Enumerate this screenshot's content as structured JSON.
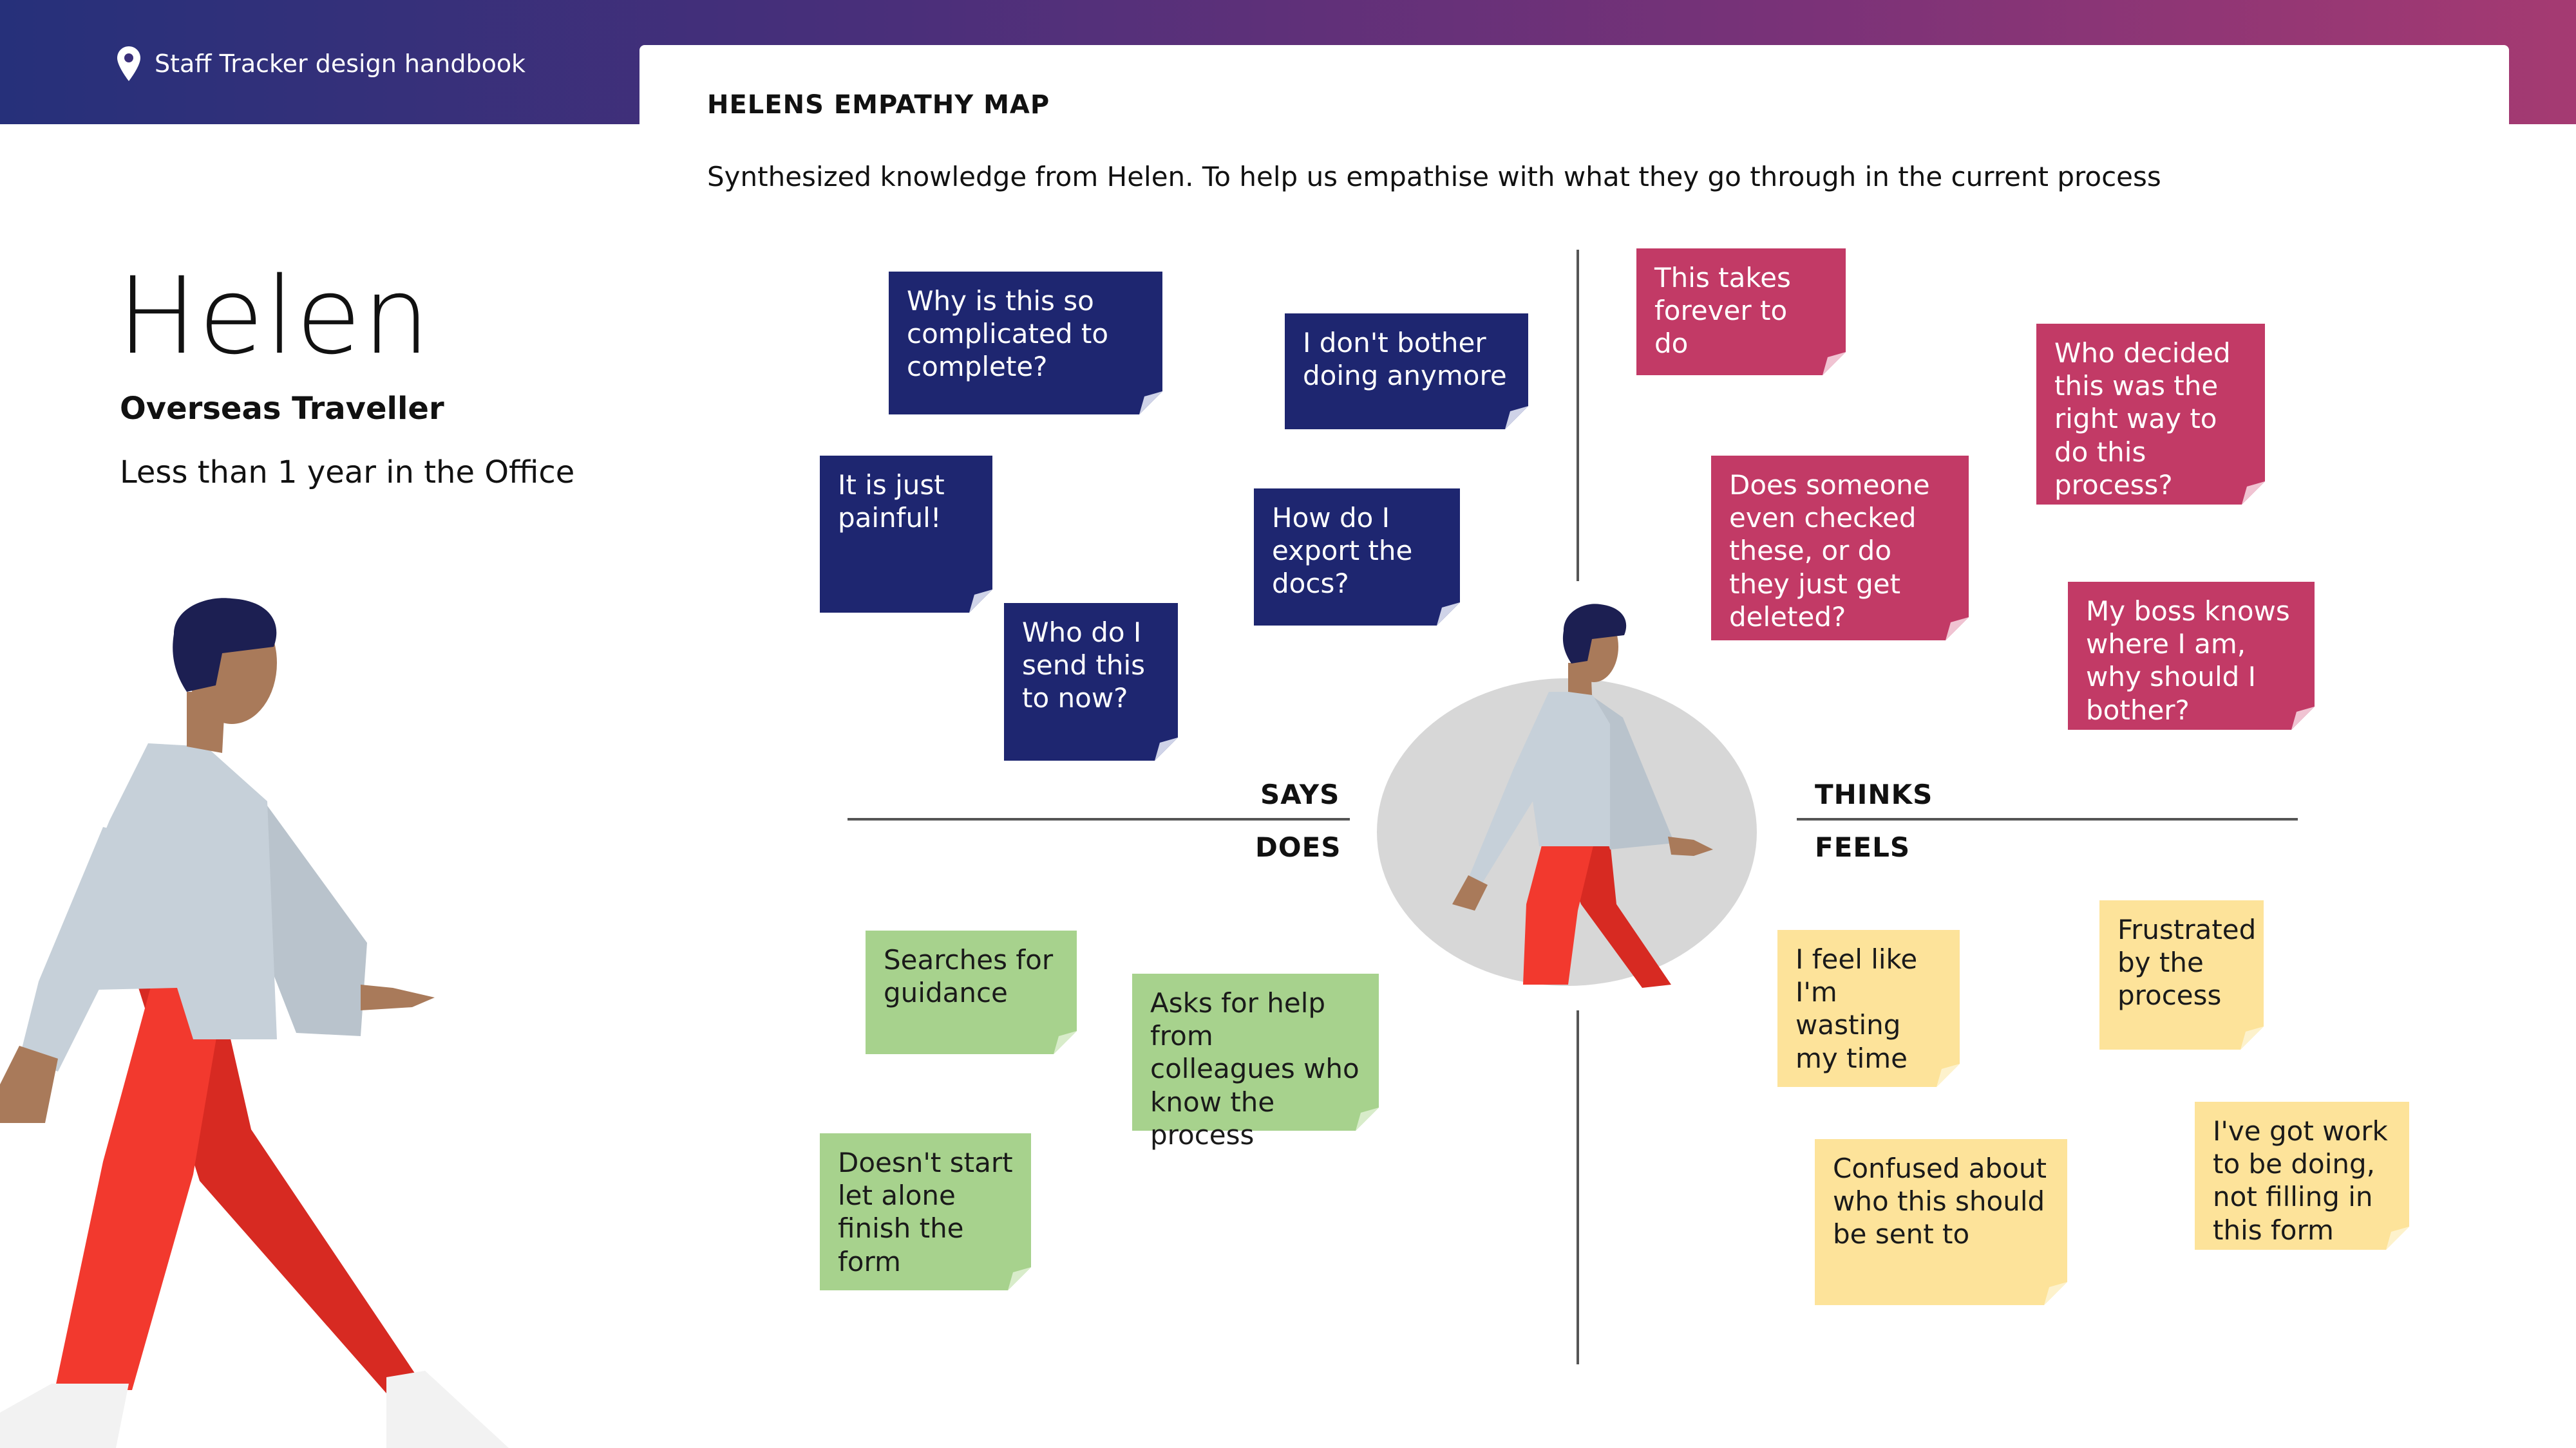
{
  "header": {
    "brand": "Staff Tracker design handbook"
  },
  "page": {
    "title": "HELENS EMPATHY MAP",
    "subtitle": "Synthesized knowledge from Helen. To help us empathise with what they go through in the current process"
  },
  "persona": {
    "name": "Helen",
    "role": "Overseas Traveller",
    "tenure": "Less than 1 year in the Office"
  },
  "quadrants": {
    "says": "SAYS",
    "thinks": "THINKS",
    "does": "DOES",
    "feels": "FEELS"
  },
  "notes": {
    "says": [
      "Why is this so complicated to complete?",
      "I don't bother doing anymore",
      "It is just painful!",
      "How do I export the docs?",
      "Who do I send this to now?"
    ],
    "thinks": [
      "This takes forever to do",
      "Who decided this was the right way to do this process?",
      "Does someone even checked these, or do they just get deleted?",
      "My boss knows where I am, why should I bother?"
    ],
    "does": [
      "Searches for guidance",
      "Asks for help from colleagues who know the process",
      "Doesn't start let alone finish the form"
    ],
    "feels": [
      "I feel like I'm wasting my time",
      "Frustrated by the process",
      "Confused about who this should be sent to",
      "I've got work to be doing, not filling in this form"
    ]
  },
  "colors": {
    "says": "#1e2670",
    "thinks": "#c23a66",
    "does": "#a7d28d",
    "feels": "#fde39a",
    "pants": "#e8342e",
    "shirt": "#c6d0d9",
    "skin": "#a97a5a",
    "hair": "#1c1f52"
  },
  "icons": {
    "brand": "location-pin-icon",
    "note-corner": "page-curl-icon"
  }
}
